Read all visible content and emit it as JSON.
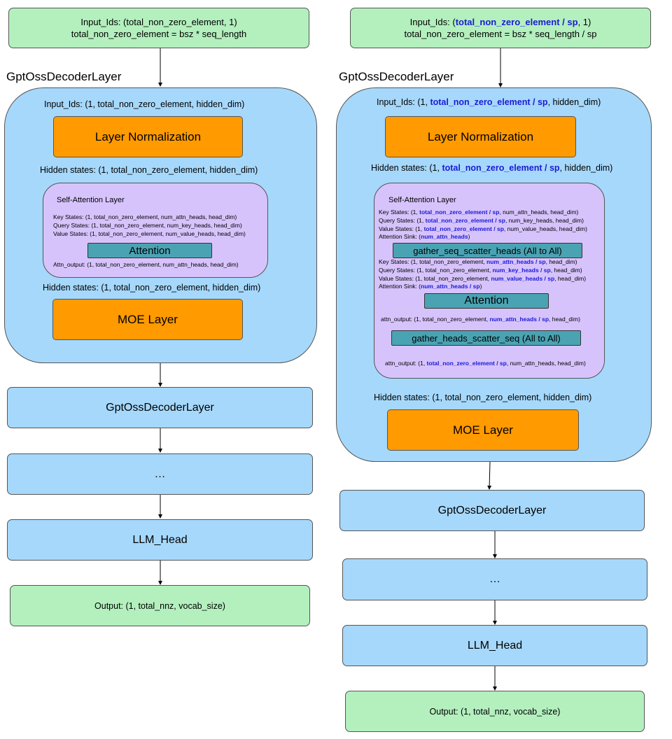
{
  "left": {
    "input_line1": "Input_Ids: (total_non_zero_element, 1)",
    "input_line2": "total_non_zero_element = bsz * seq_length",
    "decoder_title": "GptOssDecoderLayer",
    "layer_input": "Input_Ids: (1, total_non_zero_element, hidden_dim)",
    "layer_norm": "Layer Normalization",
    "hidden1": "Hidden states: (1, total_non_zero_element, hidden_dim)",
    "sa_title": "Self-Attention Layer",
    "key_states": "Key States: (1, total_non_zero_element, num_attn_heads, head_dim)",
    "query_states": "Query States: (1, total_non_zero_element, num_key_heads, head_dim)",
    "value_states": "Value States: (1, total_non_zero_element, num_value_heads, head_dim)",
    "attention": "Attention",
    "attn_output": "Attn_output: (1, total_non_zero_element, num_attn_heads, head_dim)",
    "hidden2": "Hidden states: (1, total_non_zero_element, hidden_dim)",
    "moe": "MOE Layer",
    "decoder2": "GptOssDecoderLayer",
    "ellipsis": "…",
    "llm_head": "LLM_Head",
    "output": "Output: (1, total_nnz, vocab_size)"
  },
  "right": {
    "input_a": "Input_Ids: (",
    "input_hl": "total_non_zero_element / sp",
    "input_b": ", 1)",
    "input_line2": "total_non_zero_element = bsz * seq_length / sp",
    "decoder_title": "GptOssDecoderLayer",
    "layer_input_a": "Input_Ids: (1, ",
    "layer_input_hl": "total_non_zero_element / sp",
    "layer_input_b": ", hidden_dim)",
    "layer_norm": "Layer Normalization",
    "hidden1_a": "Hidden states: (1, ",
    "hidden1_hl": "total_non_zero_element / sp",
    "hidden1_b": ", hidden_dim)",
    "sa_title": "Self-Attention Layer",
    "key1_a": "Key States: (1, ",
    "key1_hl": "total_non_zero_element / sp",
    "key1_b": ", num_attn_heads, head_dim)",
    "query1_a": "Query States: (1, ",
    "query1_hl": "total_non_zero_element / sp",
    "query1_b": ", num_key_heads, head_dim)",
    "value1_a": "Value States: (1, ",
    "value1_hl": "total_non_zero_element / sp",
    "value1_b": ", num_value_heads, head_dim)",
    "sink1_a": "Attention Sink: (",
    "sink1_hl": "num_attn_heads",
    "sink1_b": ")",
    "gather1": "gather_seq_scatter_heads (All to All)",
    "key2_a": "Key States: (1, total_non_zero_element, ",
    "key2_hl": "num_attn_heads / sp",
    "key2_b": ", head_dim)",
    "query2_a": "Query States: (1, total_non_zero_element, ",
    "query2_hl": "num_key_heads / sp",
    "query2_b": ", head_dim)",
    "value2_a": "Value States: (1, total_non_zero_element, ",
    "value2_hl": "num_value_heads / sp",
    "value2_b": ", head_dim)",
    "sink2_a": "Attention Sink: (",
    "sink2_hl": "num_attn_heads / sp",
    "sink2_b": ")",
    "attention": "Attention",
    "attn_out1_a": "attn_output: (1, total_non_zero_element, ",
    "attn_out1_hl": "num_attn_heads / sp",
    "attn_out1_b": ", head_dim)",
    "gather2": "gather_heads_scatter_seq (All to All)",
    "attn_out2_a": "attn_output: (1, ",
    "attn_out2_hl": "total_non_zero_element / sp",
    "attn_out2_b": ", num_attn_heads, head_dim)",
    "hidden2": "Hidden states: (1, total_non_zero_element, hidden_dim)",
    "moe": "MOE Layer",
    "decoder2": "GptOssDecoderLayer",
    "ellipsis": "…",
    "llm_head": "LLM_Head",
    "output": "Output: (1, total_nnz, vocab_size)"
  },
  "colors": {
    "green": "#b3f0be",
    "blue": "#a6d8fb",
    "orange": "#ff9a00",
    "purple": "#d7c3fc",
    "teal": "#4aa3b3",
    "highlight": "#1a1ad6"
  }
}
